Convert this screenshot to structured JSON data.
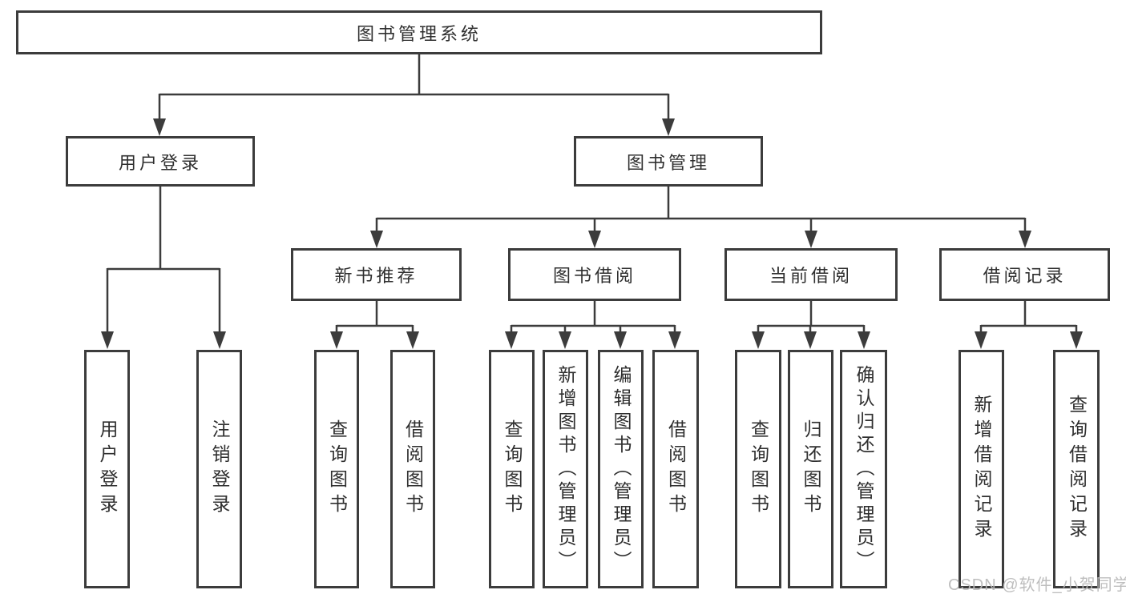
{
  "colors": {
    "line": "#3c3c3c",
    "box_border": "#3c3c3c",
    "text": "#2f2f2f",
    "watermark": "#b9b9b9",
    "background": "#ffffff"
  },
  "watermark": {
    "text": "CSDN @软件_小贺同学"
  },
  "tree": {
    "root": {
      "label": "图书管理系统"
    },
    "branches": [
      {
        "label": "用户登录",
        "children": [
          {
            "label": "用户登录"
          },
          {
            "label": "注销登录"
          }
        ]
      },
      {
        "label": "图书管理",
        "sections": [
          {
            "label": "新书推荐",
            "children": [
              {
                "label": "查询图书"
              },
              {
                "label": "借阅图书"
              }
            ]
          },
          {
            "label": "图书借阅",
            "children": [
              {
                "label": "查询图书"
              },
              {
                "label": "新增图书（管理员）"
              },
              {
                "label": "编辑图书（管理员）"
              },
              {
                "label": "借阅图书"
              }
            ]
          },
          {
            "label": "当前借阅",
            "children": [
              {
                "label": "查询图书"
              },
              {
                "label": "归还图书"
              },
              {
                "label": "确认归还（管理员）"
              }
            ]
          },
          {
            "label": "借阅记录",
            "children": [
              {
                "label": "新增借阅记录"
              },
              {
                "label": "查询借阅记录"
              }
            ]
          }
        ]
      }
    ]
  }
}
